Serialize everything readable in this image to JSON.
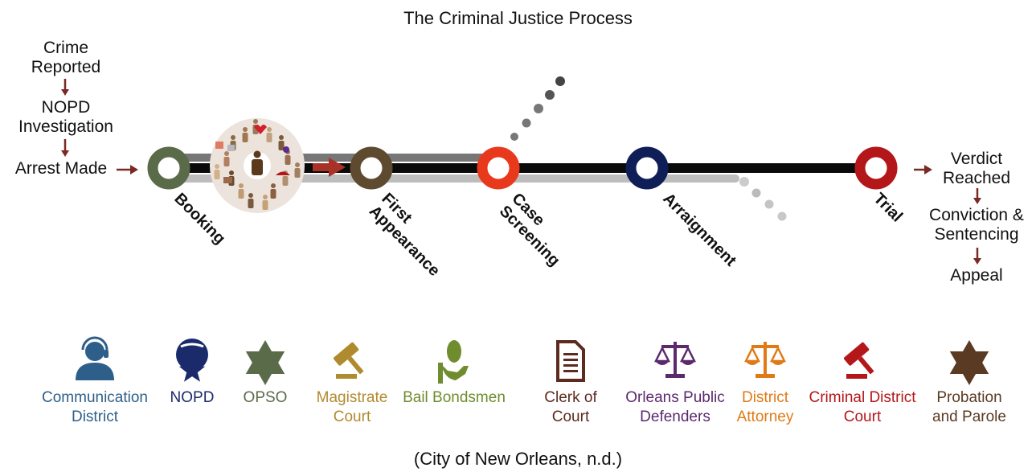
{
  "title": "The Criminal Justice Process",
  "citation": "(City of New Orleans, n.d.)",
  "pre_steps": [
    {
      "label": "Crime\nReported"
    },
    {
      "label": "NOPD\nInvestigation"
    },
    {
      "label": "Arrest Made"
    }
  ],
  "stages": [
    {
      "label": "Booking",
      "color": "#5a6b4a"
    },
    {
      "label": "First\nAppearance",
      "color": "#5e4a2e"
    },
    {
      "label": "Case\nScreening",
      "color": "#e8391c"
    },
    {
      "label": "Arraignment",
      "color": "#0f1e57"
    },
    {
      "label": "Trial",
      "color": "#b3171a"
    }
  ],
  "post_steps": [
    {
      "label": "Verdict\nReached"
    },
    {
      "label": "Conviction &\nSentencing"
    },
    {
      "label": "Appeal"
    }
  ],
  "agencies": [
    {
      "name": "Communication\nDistrict",
      "color": "#2e5f8a",
      "icon": "headset-person-icon"
    },
    {
      "name": "NOPD",
      "color": "#1b2a6b",
      "icon": "police-badge-icon"
    },
    {
      "name": "OPSO",
      "color": "#5a6b4a",
      "icon": "sheriff-star-icon"
    },
    {
      "name": "Magistrate\nCourt",
      "color": "#b08a2e",
      "icon": "gavel-icon"
    },
    {
      "name": "Bail Bondsmen",
      "color": "#6f8c2e",
      "icon": "money-hand-icon"
    },
    {
      "name": "Clerk of\nCourt",
      "color": "#5e2a1e",
      "icon": "document-icon"
    },
    {
      "name": "Orleans Public\nDefenders",
      "color": "#5b2a6e",
      "icon": "scales-icon"
    },
    {
      "name": "District\nAttorney",
      "color": "#e07a17",
      "icon": "scales-icon"
    },
    {
      "name": "Criminal District\nCourt",
      "color": "#b3171a",
      "icon": "gavel-icon"
    },
    {
      "name": "Probation\nand Parole",
      "color": "#5a3a22",
      "icon": "sheriff-star-icon"
    }
  ],
  "arrow_color": "#7a2a24"
}
